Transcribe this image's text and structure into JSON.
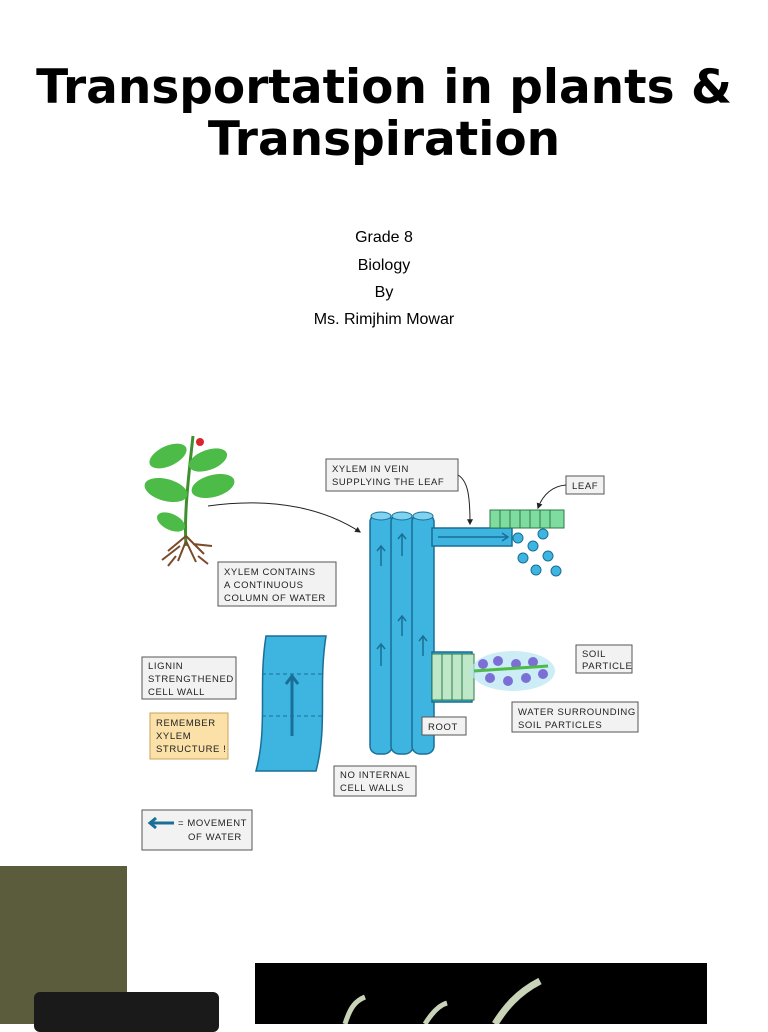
{
  "slide": {
    "title": "Transportation in plants & Transpiration",
    "subtitle_lines": [
      "Grade 8",
      "Biology",
      "By",
      "Ms. Rimjhim Mowar"
    ]
  },
  "diagram": {
    "labels": {
      "xylem_vein_1": "XYLEM IN VEIN",
      "xylem_vein_2": "SUPPLYING THE LEAF",
      "leaf": "LEAF",
      "continuous_1": "XYLEM CONTAINS",
      "continuous_2": "A CONTINUOUS",
      "continuous_3": "COLUMN OF WATER",
      "lignin_1": "LIGNIN",
      "lignin_2": "STRENGTHENED",
      "lignin_3": "CELL WALL",
      "remember_1": "REMEMBER",
      "remember_2": "XYLEM",
      "remember_3": "STRUCTURE !",
      "soil_1": "SOIL",
      "soil_2": "PARTICLE",
      "root": "ROOT",
      "water_soil_1": "WATER SURROUNDING",
      "water_soil_2": "SOIL PARTICLES",
      "no_walls_1": "NO INTERNAL",
      "no_walls_2": "CELL WALLS",
      "legend_1": "= MOVEMENT",
      "legend_2": "OF WATER"
    },
    "colors": {
      "xylem": "#3db5e0",
      "xylem_dark": "#1a6f96",
      "leaf_cells": "#7fdc9f",
      "soil": "#7b6fd6",
      "remember_box": "#fbe0a8",
      "plant_leaf": "#4cbb47",
      "roots": "#7a4a2a"
    }
  },
  "decor": {
    "olive_block_color": "#5a5c3c",
    "photo_background": "#000000"
  }
}
